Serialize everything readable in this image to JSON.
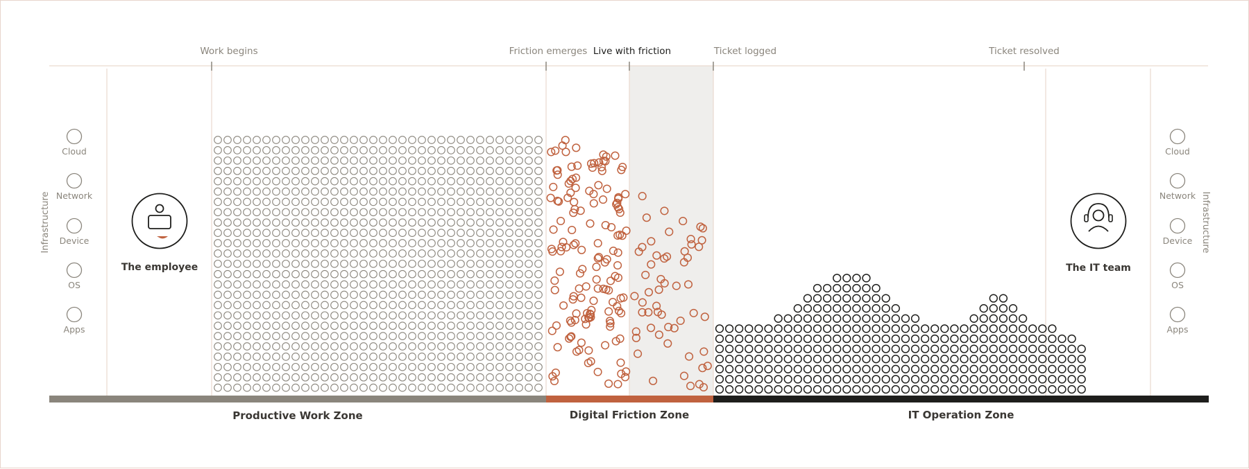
{
  "timeline": {
    "milestones": [
      {
        "key": "work_begins",
        "label": "Work begins"
      },
      {
        "key": "friction_emerges",
        "label": "Friction emerges"
      },
      {
        "key": "live_with_friction",
        "label": "Live with friction"
      },
      {
        "key": "ticket_logged",
        "label": "Ticket logged"
      },
      {
        "key": "ticket_resolved",
        "label": "Ticket resolved"
      }
    ]
  },
  "left_panel": {
    "infrastructure_label": "Infrastructure",
    "layers": [
      "Cloud",
      "Network",
      "Device",
      "OS",
      "Apps"
    ],
    "actor_label": "The employee",
    "actor_icon": "employee-icon"
  },
  "right_panel": {
    "infrastructure_label": "Infrastructure",
    "layers": [
      "Cloud",
      "Network",
      "Device",
      "OS",
      "Apps"
    ],
    "actor_label": "The IT team",
    "actor_icon": "it-support-headset-icon"
  },
  "zones": [
    {
      "key": "productive",
      "label": "Productive Work Zone",
      "color": "#8a857c"
    },
    {
      "key": "friction",
      "label": "Digital Friction Zone",
      "color": "#c0623f"
    },
    {
      "key": "it",
      "label": "IT Operation Zone",
      "color": "#1e1e1c"
    }
  ],
  "colors": {
    "accent": "#c0623f",
    "muted_text": "#8a857c",
    "dark": "#1e1e1c",
    "guide": "#ead9cf",
    "shade": "#efeeec"
  }
}
